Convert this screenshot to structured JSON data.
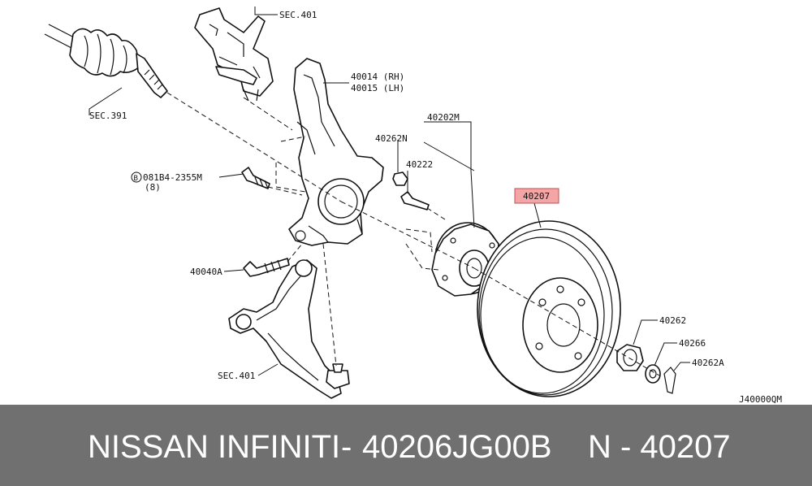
{
  "diagram": {
    "labels": {
      "sec401_top": "SEC.401",
      "knuckle_rh": "40014 (RH)",
      "knuckle_lh": "40015 (LH)",
      "sec391": "SEC.391",
      "hub_assy": "40202M",
      "nut_40262n": "40262N",
      "stud": "40222",
      "bolt_code": "081B4-2355M",
      "bolt_qty": "(8)",
      "bolt_circle_letter": "B",
      "rotor": "40207",
      "bolt_40040a": "40040A",
      "nut_40262": "40262",
      "washer": "40266",
      "cotter": "40262A",
      "sec401_bottom": "SEC.401",
      "drawing_code": "J40000QM"
    },
    "highlight_color": "#f4a6a6"
  },
  "footer": {
    "brand": "NISSAN  INFINITI",
    "separator": "-",
    "part_number": "40206JG00B",
    "ref": "N - 40207",
    "background": "#707070"
  }
}
